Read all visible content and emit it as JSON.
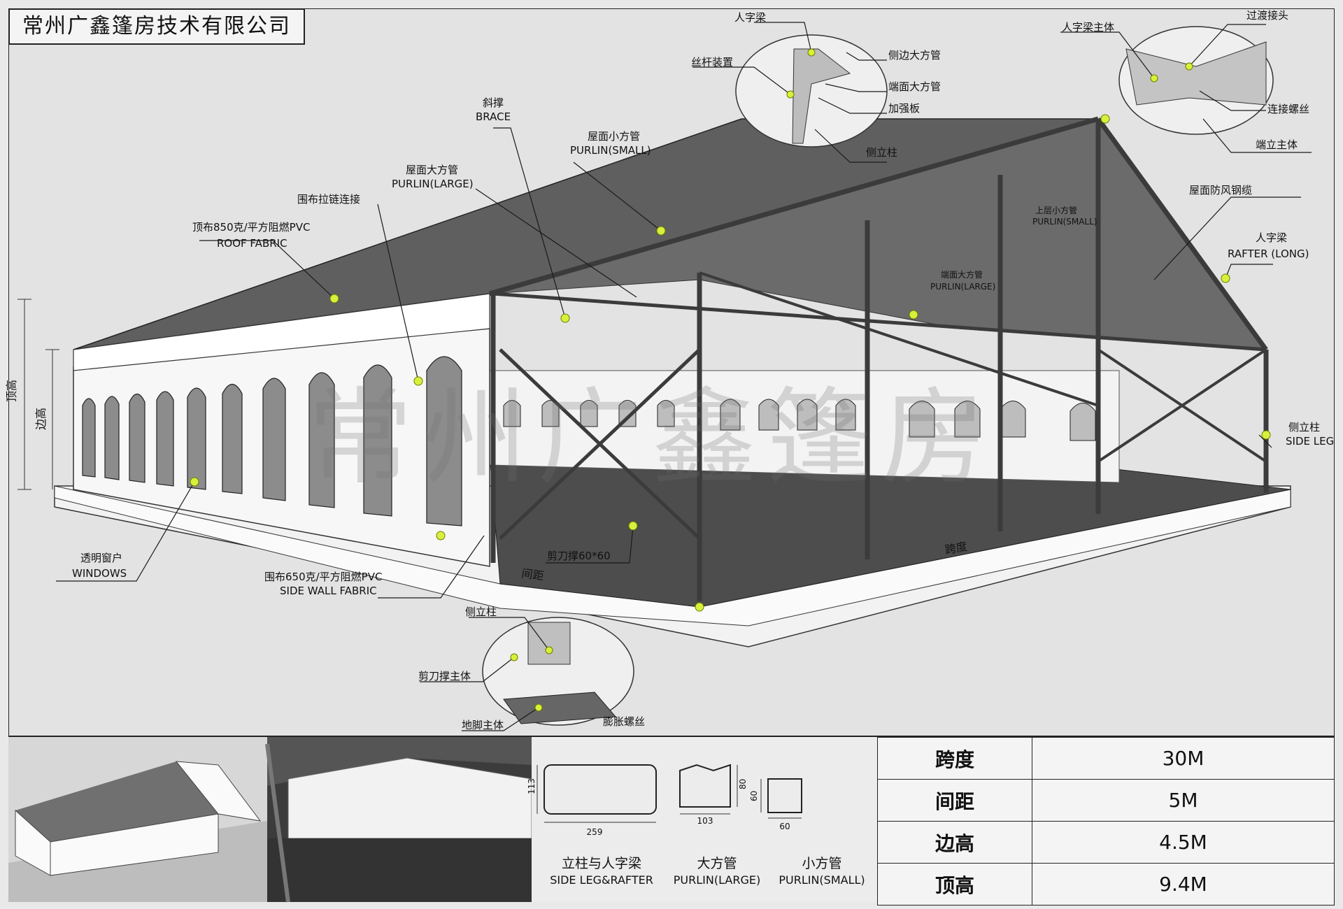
{
  "company": "常州广鑫篷房技术有限公司",
  "watermark": "常州广鑫篷房",
  "labels": {
    "rafter_joint": "人字梁",
    "screw_device": "丝杆装置",
    "side_large_tube": "侧边大方管",
    "end_large_tube": "端面大方管",
    "reinforce_plate": "加强板",
    "side_column_top": "侧立柱",
    "rafter_main": "人字梁主体",
    "transition_joint": "过渡接头",
    "connect_bolt": "连接螺丝",
    "end_column_main": "端立主体",
    "brace_zh": "斜撑",
    "brace_en": "BRACE",
    "purlin_small_zh": "屋面小方管",
    "purlin_small_en": "PURLIN(SMALL)",
    "purlin_large_zh": "屋面大方管",
    "purlin_large_en": "PURLIN(LARGE)",
    "zipper": "围布拉链连接",
    "roof_fabric_zh": "顶布850克/平方阻燃PVC",
    "roof_fabric_en": "ROOF FABRIC",
    "upper_small_zh": "上层小方管",
    "upper_small_en": "PURLIN(SMALL)",
    "wind_cable": "屋面防风钢缆",
    "end_purlin_zh": "端面大方管",
    "end_purlin_en": "PURLIN(LARGE)",
    "rafter_long_zh": "人字梁",
    "rafter_long_en": "RAFTER (LONG)",
    "side_leg_zh": "侧立柱",
    "side_leg_en": "SIDE LEG",
    "top_height": "顶高",
    "edge_height": "边高",
    "windows_zh": "透明窗户",
    "windows_en": "WINDOWS",
    "side_wall_zh": "围布650克/平方阻燃PVC",
    "side_wall_en": "SIDE WALL FABRIC",
    "scissor_brace": "剪刀撑60*60",
    "spacing": "间距",
    "span": "跨度",
    "side_column_bottom": "侧立柱",
    "scissor_main": "剪刀撑主体",
    "foot_main": "地脚主体",
    "expansion_bolt": "膨胀螺丝"
  },
  "profiles": [
    {
      "zh": "立柱与人字梁",
      "en": "SIDE LEG&RAFTER",
      "w": "259",
      "h": "113"
    },
    {
      "zh": "大方管",
      "en": "PURLIN(LARGE)",
      "w": "103",
      "h": "80"
    },
    {
      "zh": "小方管",
      "en": "PURLIN(SMALL)",
      "w": "60",
      "h": "60"
    }
  ],
  "specs": [
    {
      "k": "跨度",
      "v": "30M"
    },
    {
      "k": "间距",
      "v": "5M"
    },
    {
      "k": "边高",
      "v": "4.5M"
    },
    {
      "k": "顶高",
      "v": "9.4M"
    }
  ]
}
